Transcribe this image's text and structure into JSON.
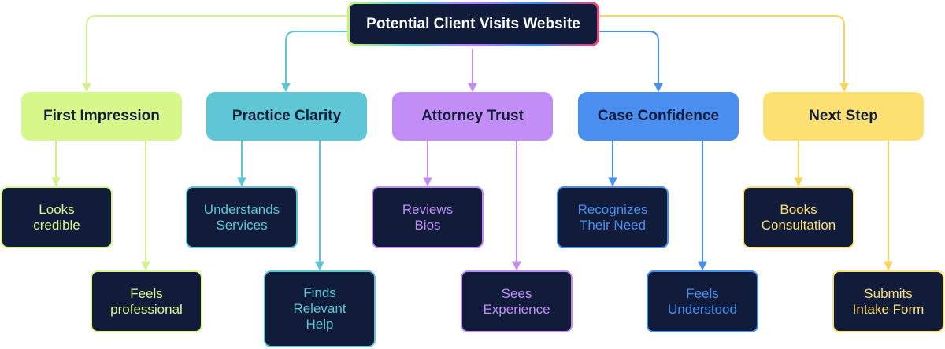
{
  "title": "Potential Client Visits Website",
  "columns": [
    {
      "category": "First Impression",
      "color": "#d6f88a",
      "stroke": "#d0f28a",
      "items": [
        "Looks\ncredible",
        "Feels\nprofessional"
      ]
    },
    {
      "category": "Practice Clarity",
      "color": "#5ec6d5",
      "stroke": "#5ec6d5",
      "items": [
        "Understands\nServices",
        "Finds\nRelevant\nHelp"
      ]
    },
    {
      "category": "Attorney Trust",
      "color": "#c28ef5",
      "stroke": "#c28ef5",
      "items": [
        "Reviews\nBios",
        "Sees\nExperience"
      ]
    },
    {
      "category": "Case Confidence",
      "color": "#4a8ef0",
      "stroke": "#4a8ef0",
      "items": [
        "Recognizes\nTheir Need",
        "Feels\nUnderstood"
      ]
    },
    {
      "category": "Next Step",
      "color": "#fde072",
      "stroke": "#f7d45e",
      "items": [
        "Books\nConsultation",
        "Submits\nIntake Form"
      ]
    }
  ]
}
